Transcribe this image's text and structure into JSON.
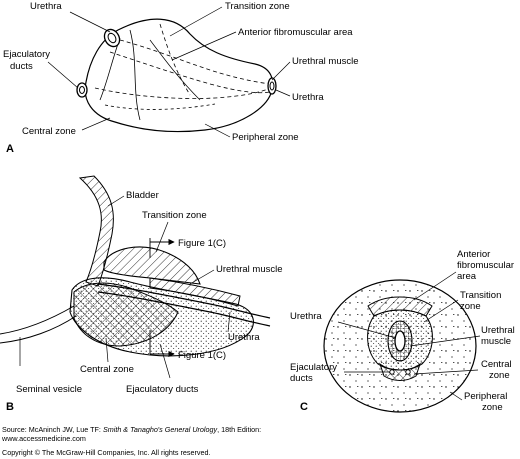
{
  "panels": {
    "a": {
      "letter": "A",
      "labels": {
        "urethra_top": "Urethra",
        "transition_zone": "Transition zone",
        "anterior_fibromuscular": "Anterior fibromuscular area",
        "ejaculatory_1": "Ejaculatory",
        "ejaculatory_2": "ducts",
        "urethral_muscle": "Urethral muscle",
        "urethra_right": "Urethra",
        "central_zone": "Central zone",
        "peripheral_zone": "Peripheral zone"
      }
    },
    "b": {
      "letter": "B",
      "labels": {
        "bladder": "Bladder",
        "transition_zone": "Transition zone",
        "figure_top": "Figure 1(C)",
        "urethral_muscle": "Urethral muscle",
        "urethra": "Urethra",
        "central_zone": "Central zone",
        "figure_bottom": "Figure 1(C)",
        "seminal_vesicle": "Seminal vesicle",
        "ejaculatory_ducts": "Ejaculatory ducts"
      }
    },
    "c": {
      "letter": "C",
      "labels": {
        "anterior_1": "Anterior",
        "anterior_2": "fibromuscular",
        "anterior_3": "area",
        "transition_1": "Transition",
        "transition_2": "zone",
        "urethra": "Urethra",
        "urethral_1": "Urethral",
        "urethral_2": "muscle",
        "ejaculatory_1": "Ejaculatory",
        "ejaculatory_2": "ducts",
        "central_1": "Central",
        "central_2": "zone",
        "peripheral_1": "Peripheral",
        "peripheral_2": "zone"
      }
    }
  },
  "source": {
    "prefix": "Source: McAninch JW, Lue TF: ",
    "title": "Smith & Tanagho's General Urology",
    "suffix": ", 18th Edition:",
    "url": "www.accessmedicine.com",
    "copyright": "Copyright © The McGraw-Hill Companies, Inc. All rights reserved."
  }
}
